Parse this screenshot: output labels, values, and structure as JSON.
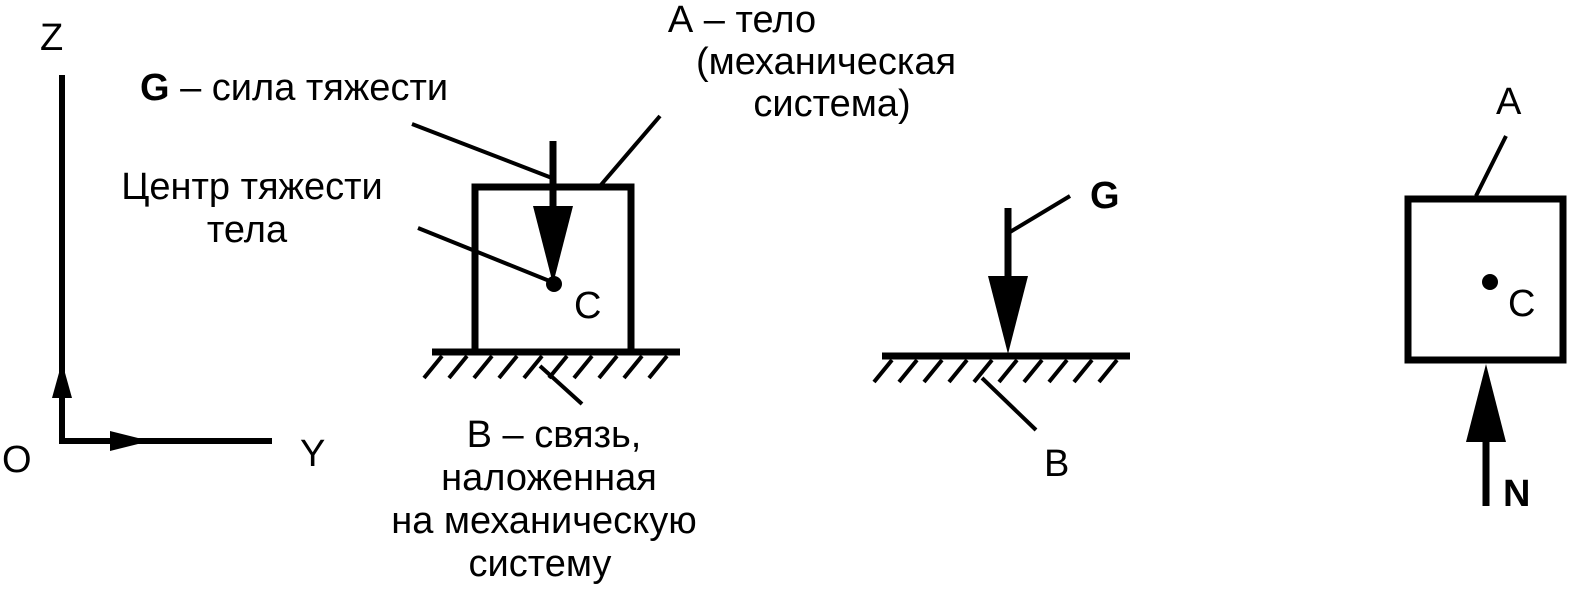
{
  "axes": {
    "z_label": "Z",
    "y_label": "Y",
    "origin_label": "O"
  },
  "panel1": {
    "gravity_symbol": "G",
    "gravity_text": " – сила тяжести",
    "body_label_line1": "А – тело",
    "body_label_line2": "(механическая",
    "body_label_line3": "система)",
    "center_label_line1": "Центр тяжести",
    "center_label_line2": "тела",
    "center_point": "C",
    "constraint_line1": "В – связь,",
    "constraint_line2": "наложенная",
    "constraint_line3": "на механическую",
    "constraint_line4": "систему"
  },
  "panel2": {
    "gravity_symbol": "G",
    "constraint_label": "B"
  },
  "panel3": {
    "body_label": "A",
    "center_point": "C",
    "normal_force": "N"
  },
  "colors": {
    "ink": "#000000",
    "background": "#ffffff"
  }
}
